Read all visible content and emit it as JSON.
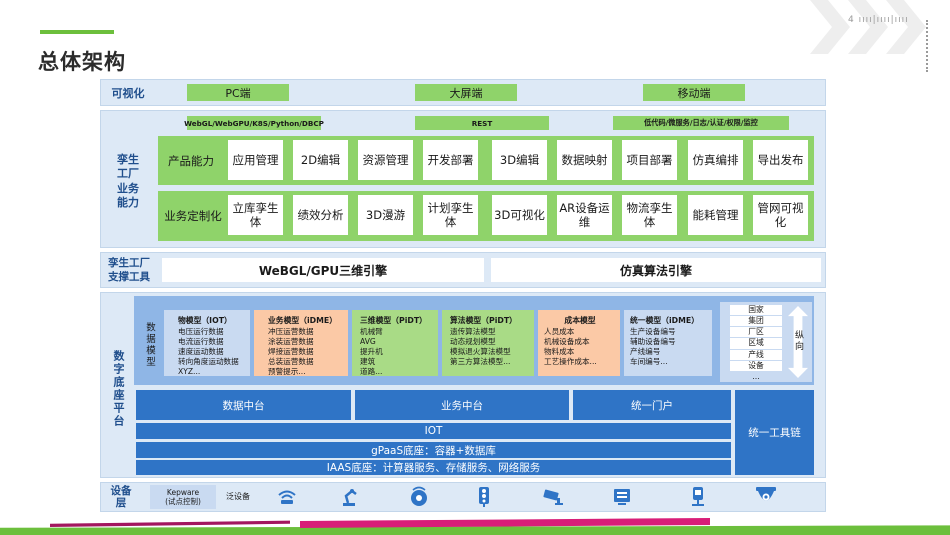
{
  "page": {
    "title": "总体架构",
    "page_number": "4"
  },
  "visualization": {
    "label": "可视化",
    "items": [
      "PC端",
      "大屏端",
      "移动端"
    ]
  },
  "digital_twin_capability": {
    "label": [
      "孪生",
      "工厂",
      "业务",
      "能力"
    ],
    "tech_tags": [
      "WebGL/WebGPU/K8S/Python/DBCP",
      "REST",
      "低代码/微服务/日志/认证/权限/监控"
    ],
    "rows": [
      {
        "label": "产品能力",
        "items": [
          "应用管理",
          "2D编辑",
          "资源管理",
          "开发部署",
          "3D编辑",
          "数据映射",
          "项目部署",
          "仿真编排",
          "导出发布"
        ]
      },
      {
        "label": "业务定制化",
        "items": [
          "立库孪生体",
          "绩效分析",
          "3D漫游",
          "计划孪生体",
          "3D可视化",
          "AR设备运维",
          "物流孪生体",
          "能耗管理",
          "管网可视化"
        ]
      }
    ]
  },
  "support_tools": {
    "label": [
      "孪生工厂",
      "支撑工具"
    ],
    "engines": [
      "WeBGL/GPU三维引擎",
      "仿真算法引擎"
    ]
  },
  "digital_base": {
    "label": "数字底座平台",
    "model_label": "数据模型",
    "models": [
      {
        "title": "物模型（IOT）",
        "lines": [
          "电压运行数据",
          "电流运行数据",
          "速度运动数据",
          "转向角度运动数据",
          "XYZ..."
        ]
      },
      {
        "title": "业务模型（iDME）",
        "lines": [
          "冲压运营数据",
          "涂装运营数据",
          "焊接运营数据",
          "总装运营数据",
          "预警提示..."
        ]
      },
      {
        "title": "三维模型（PiDT）",
        "lines": [
          "机械臂",
          "AVG",
          "提升机",
          "建筑",
          "道路..."
        ]
      },
      {
        "title": "算法模型（PiDT）",
        "lines": [
          "遗传算法模型",
          "动态规划模型",
          "模拟退火算法模型",
          "第三方算法模型..."
        ]
      },
      {
        "title": "成本模型",
        "lines": [
          "人员成本",
          "机械设备成本",
          "物料成本",
          "工艺操作成本..."
        ]
      },
      {
        "title": "统一模型（iDME）",
        "lines": [
          "生产设备编号",
          "辅助设备编号",
          "产线编号",
          "车间编号..."
        ]
      }
    ],
    "hierarchy": [
      "国家",
      "集团",
      "厂区",
      "区域",
      "产线",
      "设备",
      "..."
    ],
    "hierarchy_label": "纵向",
    "platforms": [
      "数据中台",
      "业务中台",
      "统一门户"
    ],
    "iot": "IOT",
    "gpaas": "gPaaS底座：容器+数据库",
    "iaas": "IAAS底座：计算器服务、存储服务、网络服务",
    "toolchain": "统一工具链"
  },
  "device_layer": {
    "label": "设备层",
    "kepware": [
      "Kepware",
      "(试点控制)"
    ],
    "generic": "泛设备",
    "icons": [
      "wifi-icon",
      "robot-arm-icon",
      "sensor-icon",
      "traffic-light-icon",
      "camera-icon",
      "monitor-icon",
      "scanner-icon",
      "dome-camera-icon"
    ]
  }
}
